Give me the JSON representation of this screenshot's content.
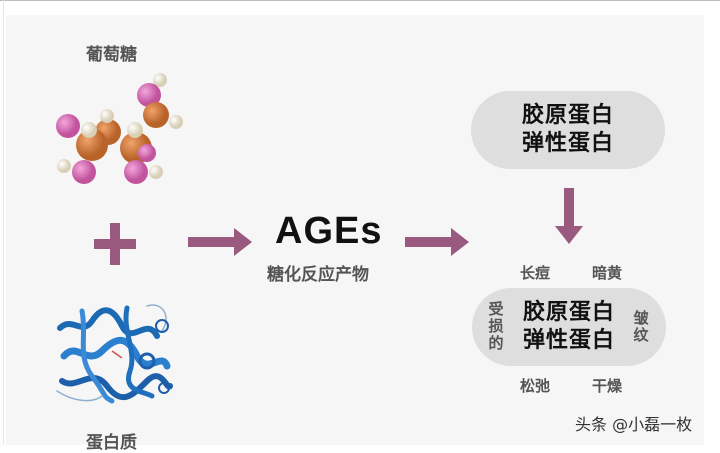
{
  "inputs": {
    "glucose_label": "葡萄糖",
    "protein_label": "蛋白质",
    "plus_symbol": "+"
  },
  "product": {
    "title": "AGEs",
    "subtitle": "糖化反应产物"
  },
  "healthy_proteins": {
    "line1": "胶原蛋白",
    "line2": "弹性蛋白"
  },
  "damaged_proteins": {
    "prefix_vertical": [
      "受",
      "损",
      "的"
    ],
    "line1": "胶原蛋白",
    "line2": "弹性蛋白",
    "suffix_vertical": [
      "皱",
      "纹"
    ]
  },
  "effects": {
    "top_left": "长痘",
    "top_right": "暗黄",
    "bottom_left": "松弛",
    "bottom_right": "干燥"
  },
  "watermark": "头条 @小磊一枚",
  "colors": {
    "arrow": "#9a5a80",
    "pill_bg": "#dedede",
    "panel_bg": "#f6f6f6"
  }
}
